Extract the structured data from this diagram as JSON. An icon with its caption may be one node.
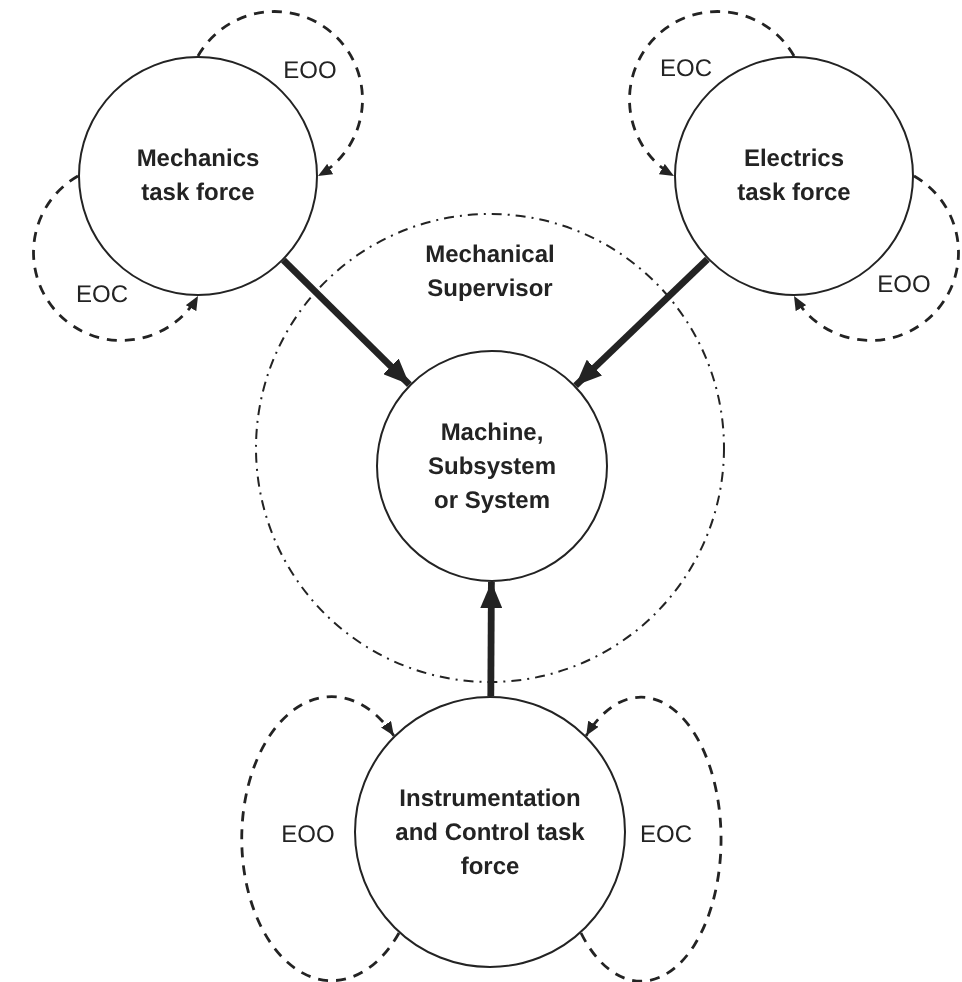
{
  "diagram": {
    "nodes": [
      {
        "text": [
          "Mechanics task force"
        ]
      },
      {
        "text": [
          "Electrics task force"
        ]
      },
      {
        "text": [
          "Mechanical Supervisor"
        ]
      },
      {
        "text": [
          "Machine, Subsystem or System"
        ],
        "in": 2
      },
      {
        "text": [
          "Instrumentation and Control task force"
        ]
      }
    ],
    "edges": [
      {
        "from": 0,
        "to": 3,
        "arrow": "to",
        "style": "thick"
      },
      {
        "from": 1,
        "to": 3,
        "arrow": "to",
        "style": "thick"
      },
      {
        "from": 4,
        "to": 3,
        "arrow": "to",
        "style": "thick"
      },
      {
        "from": 0,
        "to": 0,
        "arrow": "to",
        "label": "EOO",
        "style": "dashed"
      },
      {
        "from": 0,
        "to": 0,
        "arrow": "to",
        "label": "EOC",
        "style": "dashed"
      },
      {
        "from": 1,
        "to": 1,
        "arrow": "to",
        "label": "EOC",
        "style": "dashed"
      },
      {
        "from": 1,
        "to": 1,
        "arrow": "to",
        "label": "EOO",
        "style": "dashed"
      },
      {
        "from": 4,
        "to": 4,
        "arrow": "to",
        "label": "EOO",
        "style": "dashed"
      },
      {
        "from": 4,
        "to": 4,
        "arrow": "to",
        "label": "EOC",
        "style": "dashed"
      }
    ]
  }
}
